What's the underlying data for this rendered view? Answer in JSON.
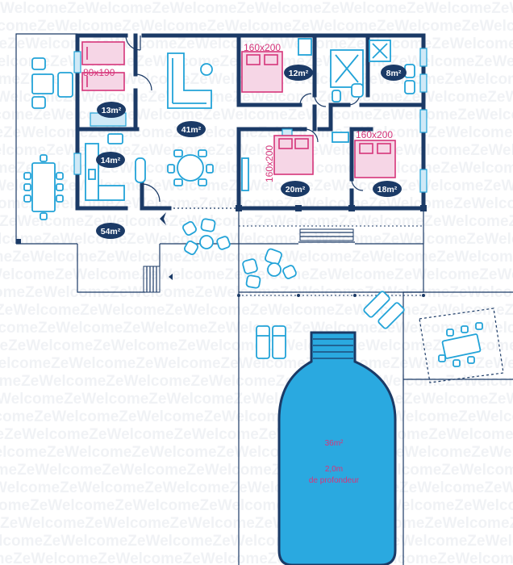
{
  "watermark": {
    "text": "WelcomeZe"
  },
  "bed_labels": [
    "80x190",
    "160x200",
    "160x200",
    "160x200"
  ],
  "room_areas": [
    "13m²",
    "41m²",
    "12m²",
    "8m²",
    "14m²",
    "20m²",
    "18m²",
    "54m²"
  ],
  "pool": {
    "area": "36m²",
    "depth_line1": "2,0m",
    "depth_line2": "de profondeur"
  },
  "colors": {
    "wall": "#1b3a66",
    "furniture": "#22a3d8",
    "bed": "#d6357a",
    "pool": "#2aa9e0",
    "background": "#ffffff"
  }
}
